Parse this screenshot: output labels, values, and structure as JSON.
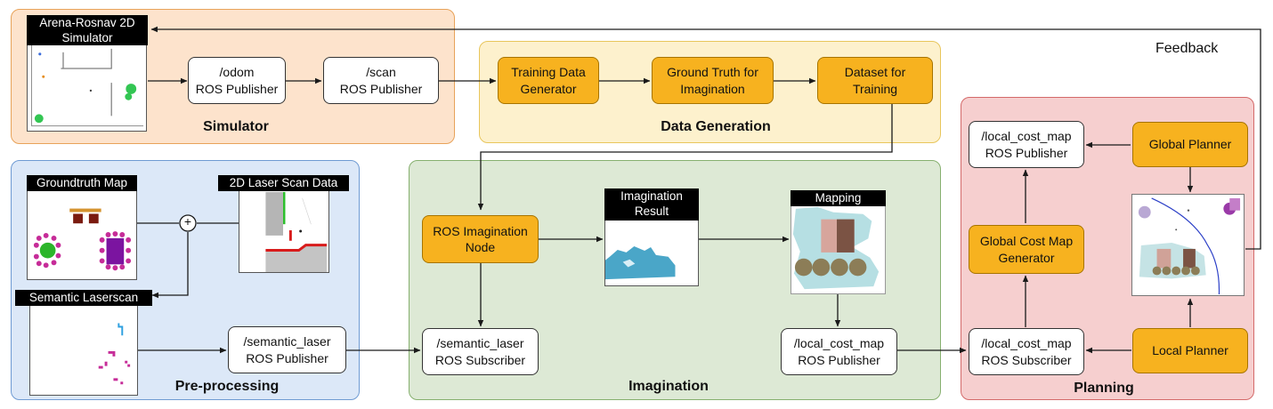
{
  "groups": {
    "simulator": "Simulator",
    "data_generation": "Data Generation",
    "preprocessing": "Pre-processing",
    "imagination": "Imagination",
    "planning": "Planning"
  },
  "simulator": {
    "sim_label": "Arena-Rosnav 2D\nSimulator",
    "odom": "/odom\nROS Publisher",
    "scan": "/scan\nROS Publisher"
  },
  "data_generation": {
    "training_gen": "Training Data\nGenerator",
    "ground_truth": "Ground Truth for\nImagination",
    "dataset": "Dataset for\nTraining"
  },
  "preprocessing": {
    "groundtruth_map": "Groundtruth Map",
    "laser_scan_data": "2D Laser Scan Data",
    "semantic_laserscan": "Semantic  Laserscan",
    "plus_symbol": "+",
    "semantic_pub": "/semantic_laser\nROS Publisher"
  },
  "imagination": {
    "ros_node": "ROS Imagination\nNode",
    "result_label": "Imagination\nResult",
    "mapping_label": "Mapping",
    "semantic_sub": "/semantic_laser\nROS Subscriber",
    "cost_map_pub": "/local_cost_map\nROS Publisher"
  },
  "planning": {
    "cost_map_pub": "/local_cost_map\nROS Publisher",
    "global_planner": "Global Planner",
    "global_cost_gen": "Global Cost Map\nGenerator",
    "cost_map_sub": "/local_cost_map\nROS Subscriber",
    "local_planner": "Local Planner"
  },
  "feedback": "Feedback",
  "colors": {
    "simulator_bg": "#fde3cc",
    "simulator_border": "#e8a35a",
    "datagen_bg": "#fdf1cd",
    "datagen_border": "#e8c65c",
    "preproc_bg": "#dce8f8",
    "preproc_border": "#6f9bd3",
    "imagination_bg": "#dde9d5",
    "imagination_border": "#86b06f",
    "planning_bg": "#f6cfcf",
    "planning_border": "#d46a6a",
    "node_orange": "#f7b21f"
  }
}
